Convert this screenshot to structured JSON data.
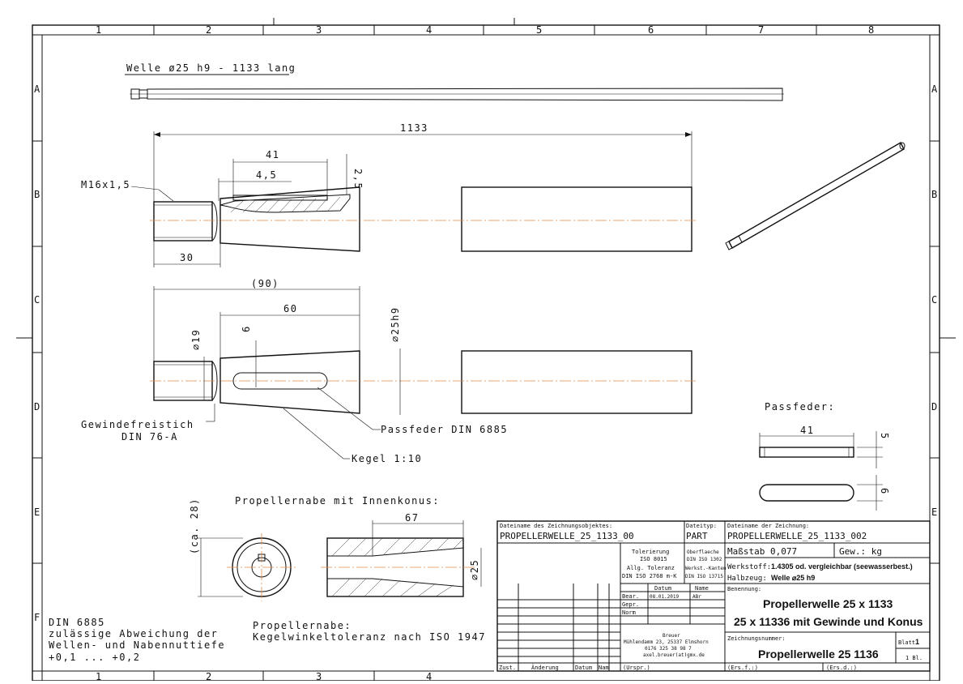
{
  "frame": {
    "col_labels": [
      "1",
      "2",
      "3",
      "4",
      "5",
      "6",
      "7",
      "8"
    ],
    "row_labels": [
      "A",
      "B",
      "C",
      "D",
      "E",
      "F"
    ],
    "bottom_col_labels": [
      "1",
      "2",
      "3",
      "4"
    ]
  },
  "title_shaft": "Welle ø25 h9 - 1133 lang",
  "dims": {
    "length_total": "1133",
    "d41": "41",
    "d4_5": "4,5",
    "d2_5": "2,5",
    "thread": "M16x1,5",
    "d30": "30",
    "d90": "(90)",
    "d60": "60",
    "d6": "6",
    "dia19": "⌀19",
    "dia25h9": "⌀25h9"
  },
  "labels": {
    "gewindefreistich_1": "Gewindefreistich",
    "gewindefreistich_2": "DIN 76-A",
    "passfeder_din": "Passfeder DIN 6885",
    "kegel": "Kegel 1:10"
  },
  "passfeder": {
    "title": "Passfeder:",
    "d41": "41",
    "d5": "5",
    "d6": "6"
  },
  "nabe": {
    "title": "Propellernabe mit Innenkonus:",
    "d67": "67",
    "dca28": "(ca. 28)",
    "dia25": "⌀25"
  },
  "notes": {
    "din_1": "DIN 6885",
    "din_2": "zulässige Abweichung der",
    "din_3": "Wellen- und Nabennuttiefe",
    "din_4": "+0,1 ... +0,2",
    "nabe_1": "Propellernabe:",
    "nabe_2": "Kegelwinkeltoleranz nach ISO 1947"
  },
  "titleblock": {
    "obj_label": "Dateiname des Zeichnungsobjektes:",
    "obj_value": "PROPELLERWELLE_25_1133_00",
    "type_label": "Dateityp:",
    "type_value": "PART",
    "dwg_label": "Dateiname der Zeichnung:",
    "dwg_value": "PROPELLERWELLE_25_1133_002",
    "tol_1": "Tolerierung",
    "tol_2": "ISO 8015",
    "tol_3": "Allg. Toleranz",
    "tol_4": "DIN ISO 2768 m-K",
    "surf_1": "Oberflaeche",
    "surf_2": "DIN ISO 1302",
    "surf_3": "Werkst.-Kanten",
    "surf_4": "DIN ISO 13715",
    "scale": "Maßstab 0,077",
    "weight": "Gew.: kg",
    "material_label": "Werkstoff:",
    "material_value": "1.4305 od. vergleichbar (seewasserbest.)",
    "semi_label": "Halbzeug:",
    "semi_value": "Welle ⌀25 h9",
    "datum_h": "Datum",
    "name_h": "Name",
    "bear": "Bear.",
    "bear_date": "08.01.2019",
    "bear_name": "ABr",
    "gepr": "Gepr.",
    "norm": "Norm",
    "benennung_label": "Benennung:",
    "benennung_1": "Propellerwelle 25 x 1133",
    "benennung_2": "25 x 11336 mit Gewinde und Konus",
    "addr_1": "Breuer",
    "addr_2": "Mühlendamm 23, 25337 Elmshorn",
    "addr_3": "0176 325 38 98 7",
    "addr_4": "axel.breuer(at)gmx.de",
    "znr_label": "Zeichnungsnummer:",
    "znr_value": "Propellerwelle 25 1136",
    "blatt_label": "Blatt",
    "blatt_value": "1",
    "bl_value": "1 Bl.",
    "zust": "Zust.",
    "aenderung": "Änderung",
    "datum": "Datum",
    "nam": "Nam",
    "urspr": "(Urspr.)",
    "ersf": "(Ers.f.:)",
    "ersd": "(Ers.d.:)"
  }
}
